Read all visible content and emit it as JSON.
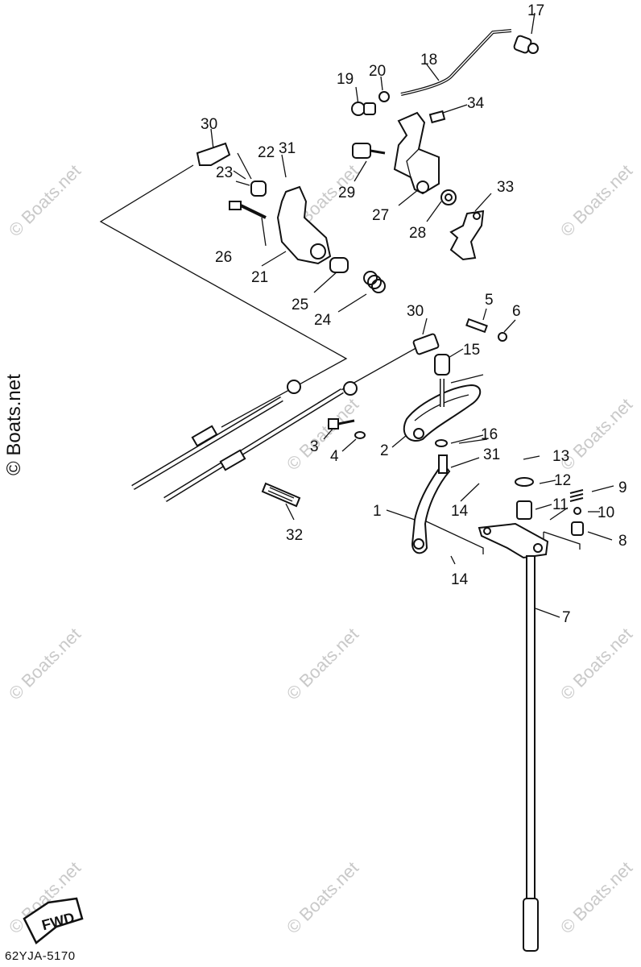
{
  "diagram": {
    "watermark": "© Boats.net",
    "fwd_label": "FWD",
    "diagram_code": "62YJA-5170",
    "callouts": {
      "p1": "1",
      "p2": "2",
      "p3": "3",
      "p4": "4",
      "p5": "5",
      "p6": "6",
      "p7": "7",
      "p8": "8",
      "p9": "9",
      "p10": "10",
      "p11": "11",
      "p12": "12",
      "p13": "13",
      "p14a": "14",
      "p14b": "14",
      "p15": "15",
      "p16": "16",
      "p17": "17",
      "p18": "18",
      "p19": "19",
      "p20": "20",
      "p21": "21",
      "p22": "22",
      "p23": "23",
      "p24": "24",
      "p25": "25",
      "p26": "26",
      "p27": "27",
      "p28": "28",
      "p29": "29",
      "p30a": "30",
      "p30b": "30",
      "p31a": "31",
      "p31b": "31",
      "p32": "32",
      "p33": "33",
      "p34": "34"
    }
  }
}
